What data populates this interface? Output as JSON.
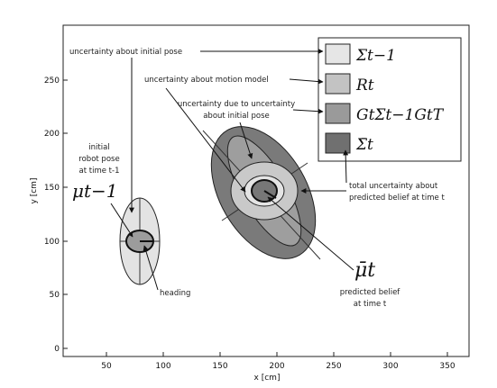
{
  "axes": {
    "xlabel": "x [cm]",
    "ylabel": "y [cm]",
    "xticks": [
      "50",
      "100",
      "150",
      "200",
      "250",
      "300",
      "350"
    ],
    "yticks": [
      "0",
      "50",
      "100",
      "150",
      "200",
      "250"
    ]
  },
  "legend": {
    "items": [
      {
        "label": "Σt−1",
        "color": "#e6e6e6"
      },
      {
        "label": "Rt",
        "color": "#c3c3c3"
      },
      {
        "label": "GtΣt−1GtT",
        "color": "#9a9a9a"
      },
      {
        "label": "Σ̄t",
        "color": "#707070"
      }
    ]
  },
  "annotations": {
    "initial_pose_uncertainty": "uncertainty about initial pose",
    "motion_model_uncertainty": "uncertainty about motion model",
    "due_to_line1": "uncertainty due to uncertainty",
    "due_to_line2": "about initial pose",
    "initial_line1": "initial",
    "initial_line2": "robot pose",
    "initial_line3": "at time t-1",
    "mu_prev": "μt−1",
    "heading": "heading",
    "total_line1": "total uncertainty about",
    "total_line2": "predicted belief at time t",
    "mu_bar": "μ̄t",
    "predicted_line1": "predicted belief",
    "predicted_line2": "at time t"
  }
}
